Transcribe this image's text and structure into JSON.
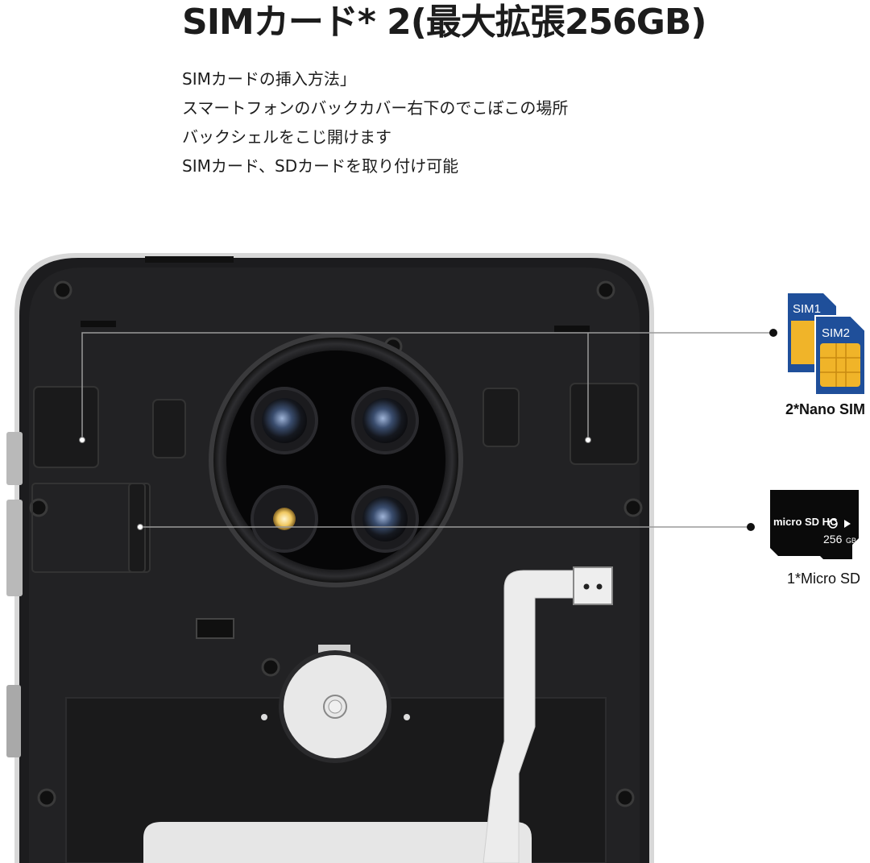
{
  "heading": "SIMカード* 2(最大拡張256GB)",
  "description": [
    "SIMカードの挿入方法」",
    "スマートフォンのバックカバー右下のでこぼこの場所",
    "バックシェルをこじ開けます",
    "SIMカード、SDカードを取り付け可能"
  ],
  "sim": {
    "card1_label": "SIM1",
    "card2_label": "SIM2",
    "caption": "2*Nano SIM"
  },
  "sd": {
    "logo_text": "micro SD HC",
    "capacity": "256",
    "capacity_unit": "GB",
    "caption": "1*Micro SD"
  },
  "colors": {
    "sim_blue": "#1f4f9a",
    "chip_gold": "#f0b429",
    "phone_body": "#1b1b1d",
    "frame_silver": "#c9c9c9"
  }
}
